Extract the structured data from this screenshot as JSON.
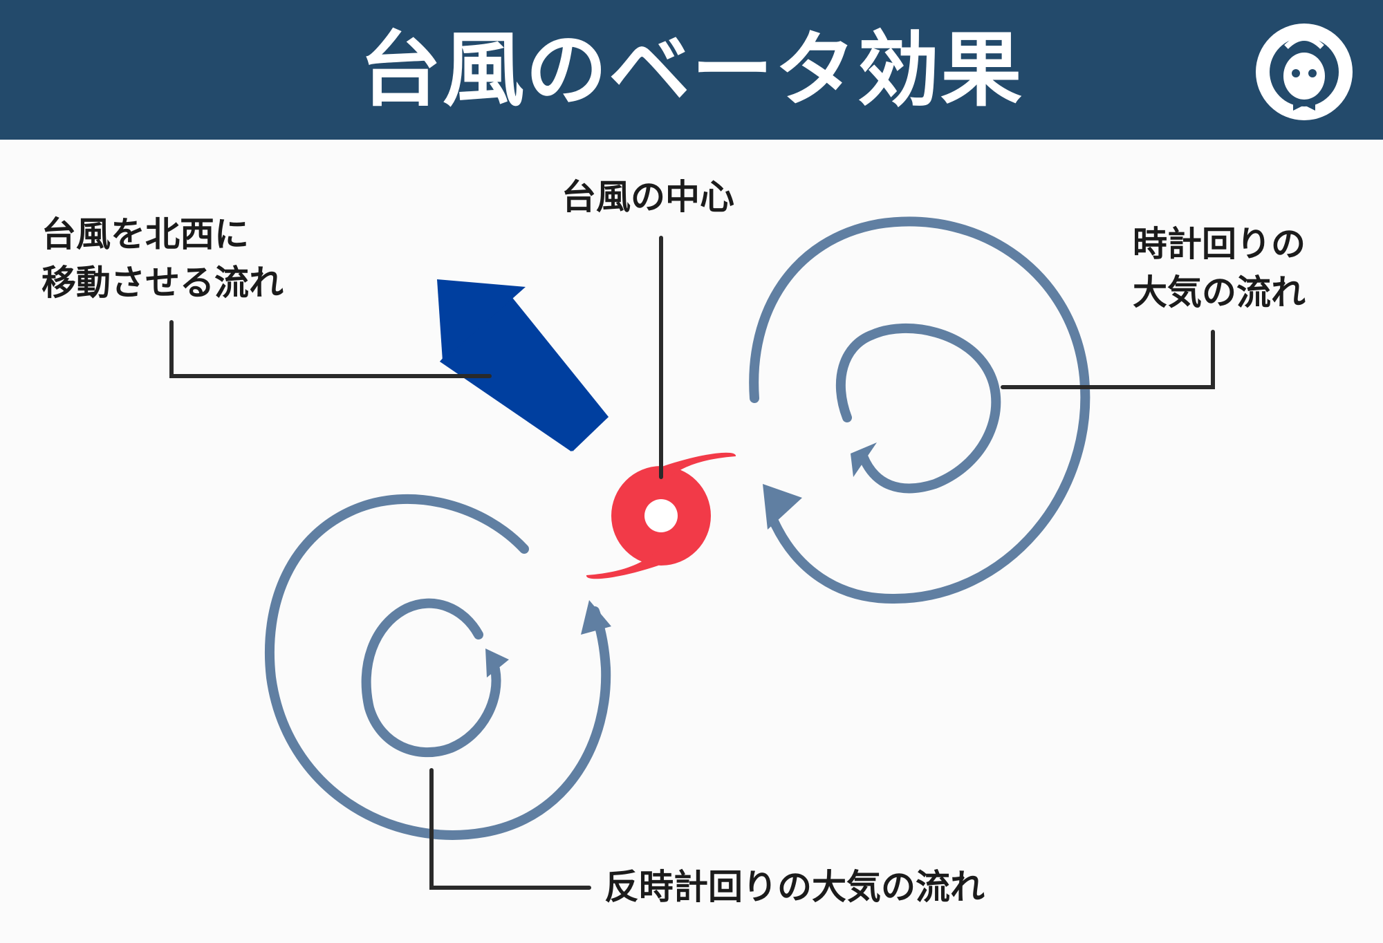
{
  "header": {
    "title": "台風のベータ効果"
  },
  "labels": {
    "center": "台風の中心",
    "northwest_flow": [
      "台風を北西に",
      "移動させる流れ"
    ],
    "clockwise_flow": [
      "時計回りの",
      "大気の流れ"
    ],
    "counterclockwise_flow": "反時計回りの大気の流れ"
  },
  "colors": {
    "header_bg": "#234a6b",
    "arrow_blue": "#0040a0",
    "circulation": "#607fa2",
    "typhoon_red": "#f23a48",
    "leader_line": "#2a2a2a"
  },
  "icons": {
    "logo": "mascot-face-icon",
    "typhoon": "typhoon-symbol-icon"
  }
}
